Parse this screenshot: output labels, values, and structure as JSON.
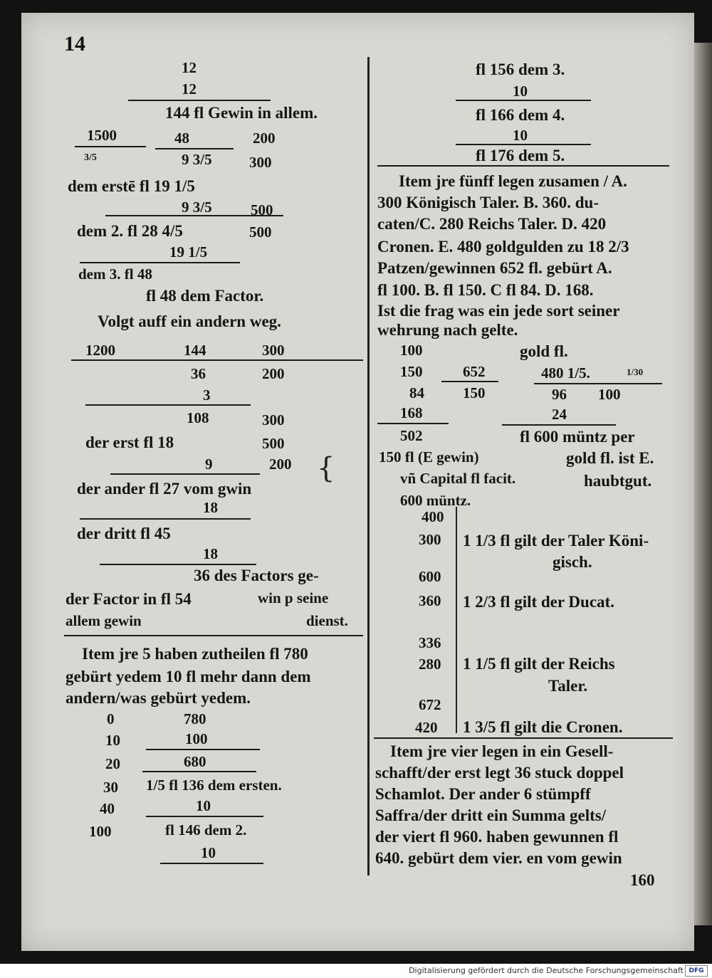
{
  "page": {
    "number": "14",
    "catchword": "160"
  },
  "left": {
    "lines": [
      "12",
      "12",
      "144 fl Gewin in allem.",
      "1500",
      "48",
      "200",
      "3/5",
      "9 3/5",
      "300",
      "dem erstē fl 19 1/5",
      "9 3/5",
      "500",
      "dem 2. fl 28 4/5",
      "500",
      "19 1/5",
      "dem 3. fl 48",
      "fl 48 dem Factor.",
      "Volgt auff ein andern weg.",
      "1200",
      "144",
      "300",
      "36",
      "200",
      "3",
      "108",
      "300",
      "der erst fl 18",
      "500",
      "9",
      "200",
      "der ander fl 27 vom gwin",
      "18",
      "der dritt fl 45",
      "18",
      "36 des Factors ge-",
      "der Factor in fl 54",
      "win p seine",
      "allem gewin",
      "dienst.",
      "Item jre 5 haben zutheilen fl 780",
      "gebürt yedem 10 fl mehr dann dem",
      "andern/was gebürt yedem.",
      "0",
      "780",
      "10",
      "100",
      "20",
      "680",
      "30",
      "1/5 fl 136 dem ersten.",
      "40",
      "10",
      "100",
      "fl 146 dem 2.",
      "10"
    ]
  },
  "right": {
    "lines": [
      "fl 156 dem 3.",
      "10",
      "fl 166 dem 4.",
      "10",
      "fl 176 dem 5.",
      "Item jre fünff legen zusamen / A.",
      "300 Königisch Taler. B. 360. du-",
      "caten/C. 280 Reichs Taler. D. 420",
      "Cronen. E. 480 goldgulden zu 18 2/3",
      "Patzen/gewinnen 652 fl. gebürt A.",
      "fl 100. B. fl 150. C fl 84. D. 168.",
      "Ist die frag was ein jede sort seiner",
      "wehrung nach gelte.",
      "100",
      "gold fl.",
      "150",
      "652",
      "480 1/5.",
      "1/30",
      "84",
      "150",
      "96",
      "100",
      "168",
      "24",
      "502",
      "fl 600 müntz per",
      "150 fl (E gewin)",
      "gold fl. ist E.",
      "vñ Capital fl facit.",
      "haubtgut.",
      "600 müntz.",
      "400",
      "300",
      "1 1/3 fl gilt der Taler Köni-",
      "gisch.",
      "600",
      "360",
      "1 2/3 fl gilt der Ducat.",
      "336",
      "280",
      "1 1/5 fl gilt der Reichs",
      "Taler.",
      "672",
      "420",
      "1 3/5 fl gilt die Cronen.",
      "Item jre vier legen in ein Gesell-",
      "schafft/der erst legt 36 stuck doppel",
      "Schamlot. Der ander 6 stümpff",
      "Saffra/der dritt ein Summa gelts/",
      "der viert fl 960. haben gewunnen fl",
      "640. gebürt dem vier. en vom gewin"
    ]
  },
  "footer": {
    "text": "Digitalisierung gefördert durch die Deutsche Forschungsgemeinschaft",
    "logo": "DFG"
  }
}
